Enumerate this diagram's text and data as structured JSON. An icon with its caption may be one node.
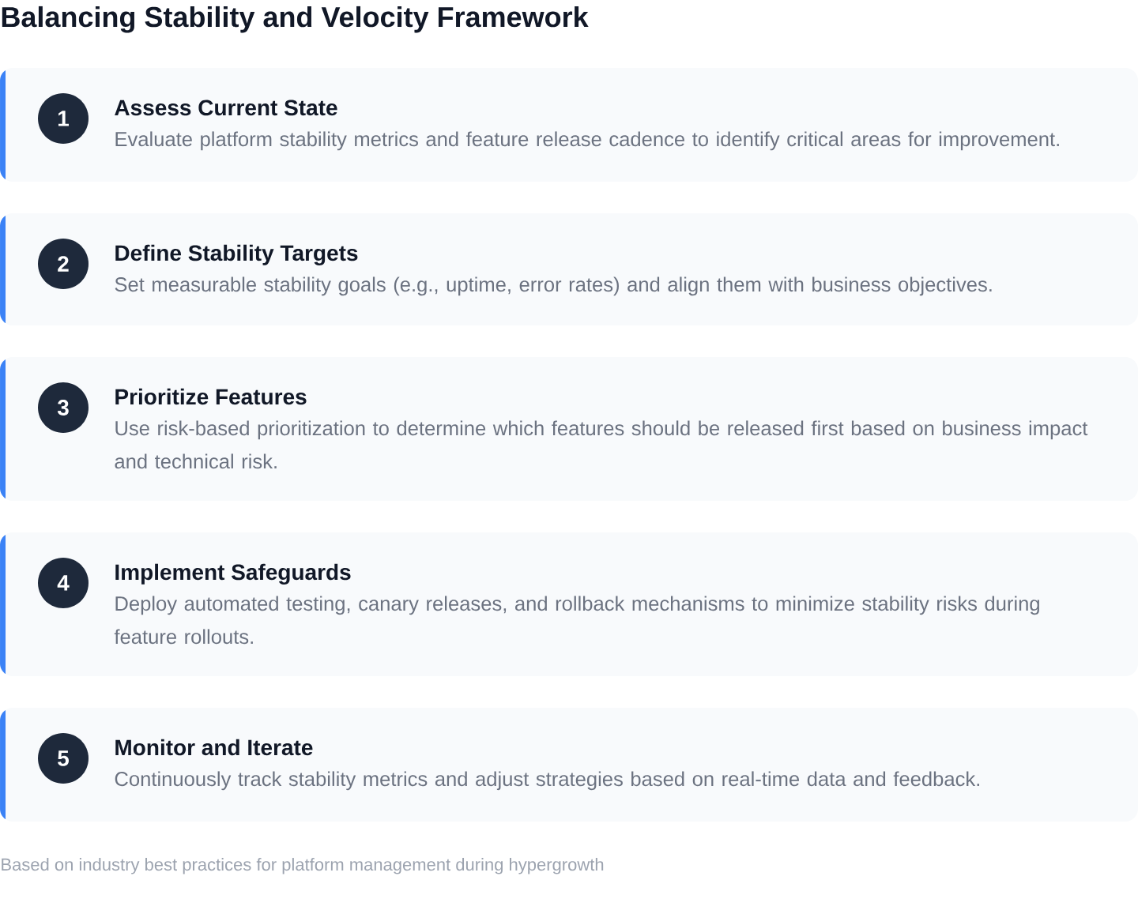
{
  "diagram": {
    "title": "Balancing Stability and Velocity Framework",
    "nodes": [
      {
        "text": [
          "Assess Current State",
          "Evaluate platform stability metrics and feature release cadence to identify critical areas for improvement."
        ]
      },
      {
        "text": [
          "1"
        ],
        "in": 0
      },
      {
        "text": [
          "Define Stability Targets",
          "Set measurable stability goals (e.g., uptime, error rates) and align them with business objectives."
        ]
      },
      {
        "text": [
          "2"
        ],
        "in": 2
      },
      {
        "text": [
          "Prioritize Features",
          "Use risk-based prioritization to determine which features should be released first based on business impact and technical risk."
        ]
      },
      {
        "text": [
          "3"
        ],
        "in": 4
      },
      {
        "text": [
          "Implement Safeguards",
          "Deploy automated testing, canary releases, and rollback mechanisms to minimize stability risks during feature rollouts."
        ]
      },
      {
        "text": [
          "4"
        ],
        "in": 6
      },
      {
        "text": [
          "Monitor and Iterate",
          "Continuously track stability metrics and adjust strategies based on real-time data and feedback."
        ]
      },
      {
        "text": [
          "5"
        ],
        "in": 8
      }
    ],
    "caption": "Based on industry best practices for platform management during hypergrowth"
  }
}
